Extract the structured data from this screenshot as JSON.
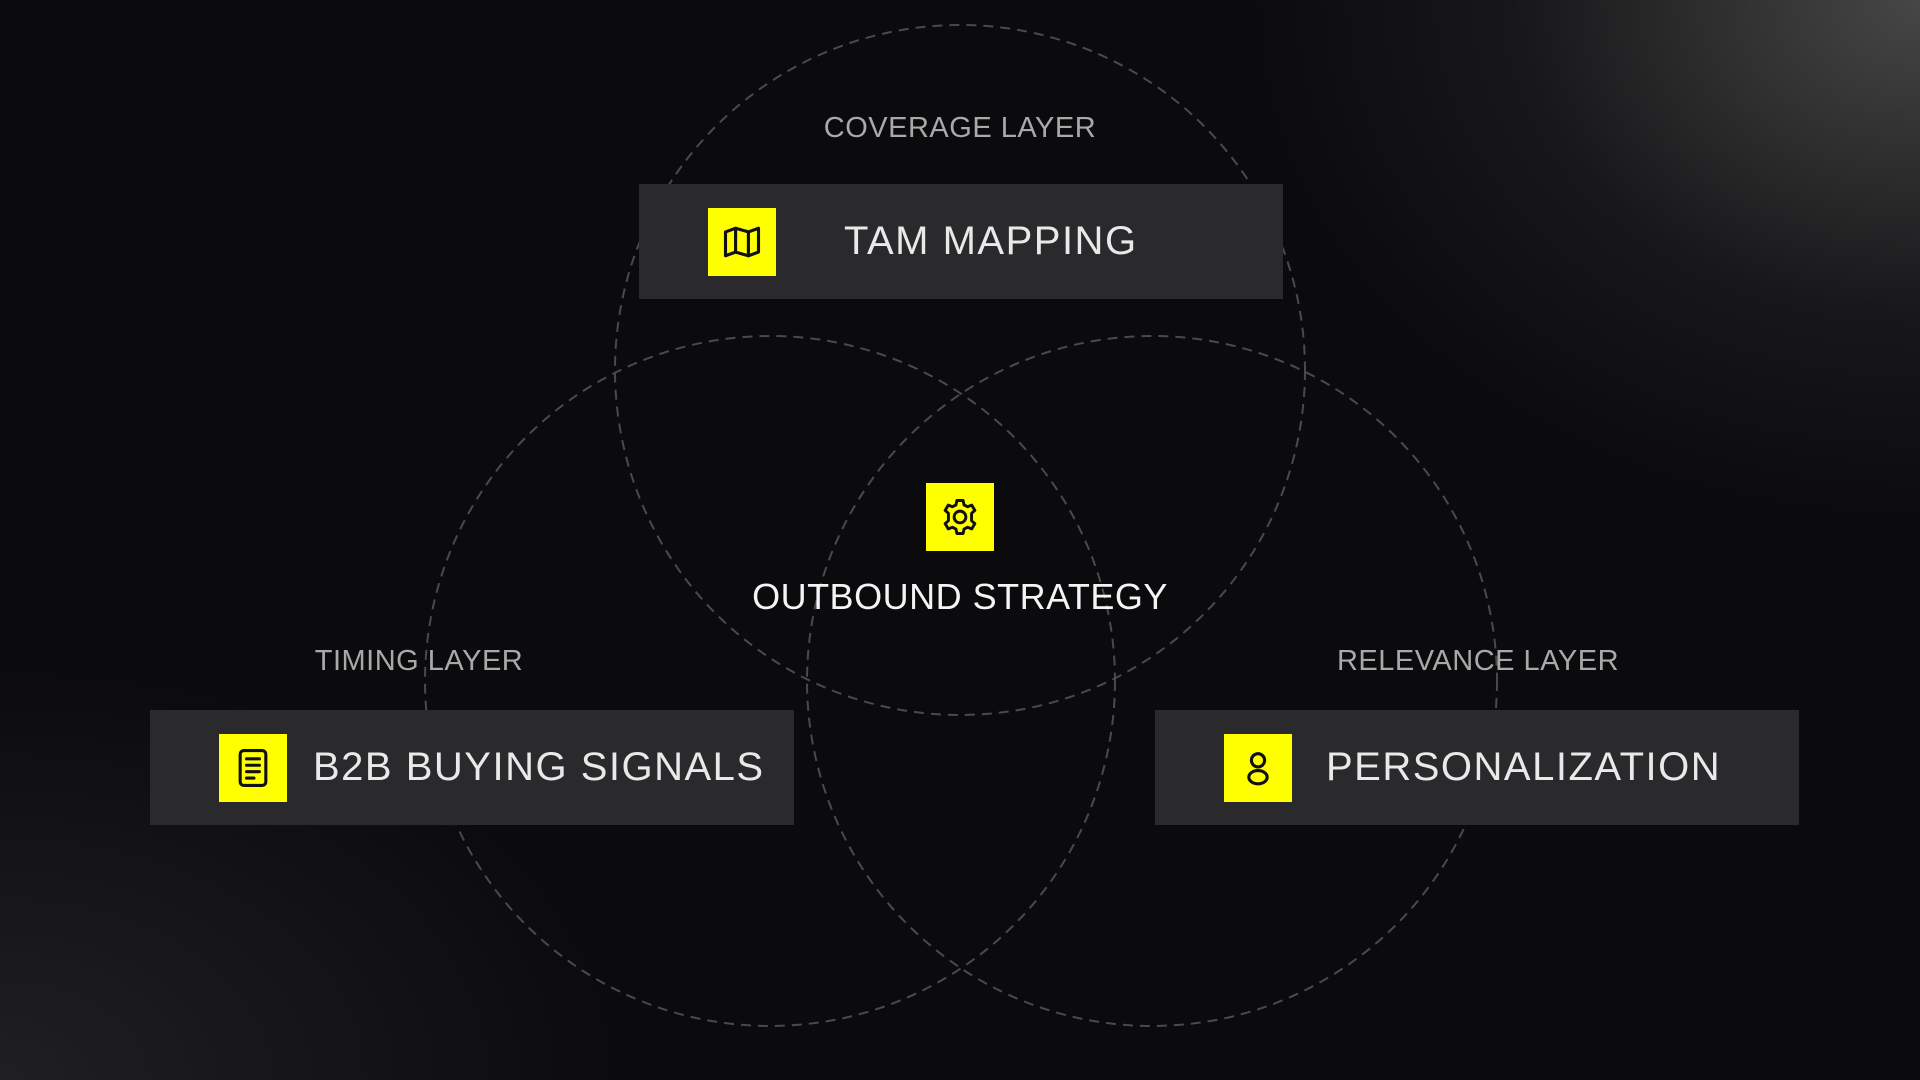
{
  "center": {
    "title": "OUTBOUND STRATEGY",
    "icon": "gear-icon"
  },
  "layers": {
    "coverage": {
      "label": "COVERAGE LAYER",
      "title": "TAM MAPPING",
      "icon": "map-icon"
    },
    "timing": {
      "label": "TIMING LAYER",
      "title": "B2B BUYING SIGNALS",
      "icon": "document-icon"
    },
    "relevance": {
      "label": "RELEVANCE LAYER",
      "title": "PERSONALIZATION",
      "icon": "person-icon"
    }
  },
  "colors": {
    "background": "#0b0a0c",
    "card": "#2a292c",
    "accent": "#ffff00",
    "label": "#a9a9a9",
    "circle_stroke": "#4a4a4a"
  }
}
